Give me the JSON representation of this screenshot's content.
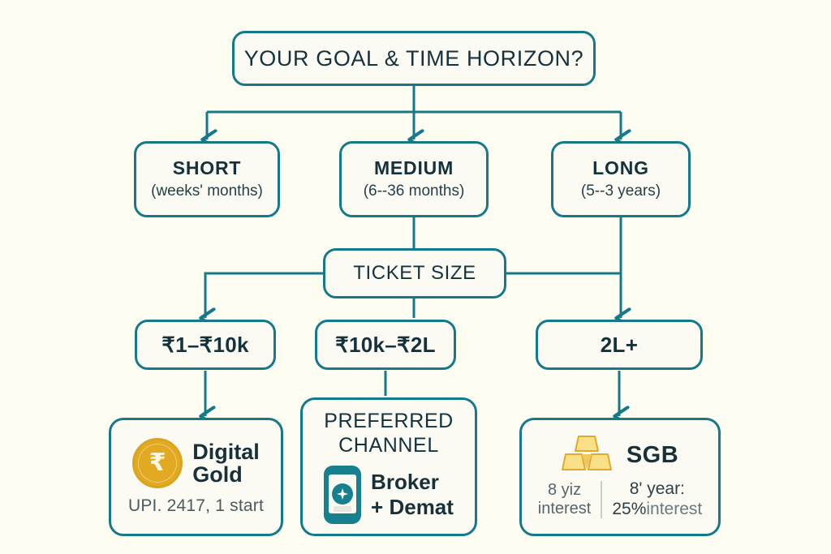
{
  "diagram": {
    "title": "YOUR GOAL & TIME HORIZON?",
    "accent_color": "#15798a",
    "background_color": "#fdfdf2",
    "gold_color": "#e2a922",
    "text_color": "#17303a"
  },
  "root": {
    "label": "YOUR GOAL & TIME HORIZON?"
  },
  "horizons": [
    {
      "name": "SHORT",
      "detail": "(weeks' months)"
    },
    {
      "name": "MEDIUM",
      "detail": "(6--36 months)"
    },
    {
      "name": "LONG",
      "detail": "(5--3  years)"
    }
  ],
  "ticket": {
    "label": "TICKET SIZE"
  },
  "amounts": [
    {
      "label": "₹1–₹10k"
    },
    {
      "label": "₹10k–₹2L"
    },
    {
      "label": "2L+"
    }
  ],
  "cards": {
    "digital_gold": {
      "icon": "gold-coin-icon",
      "glyph": "₹",
      "title_line1": "Digital",
      "title_line2": "Gold",
      "subtitle": "UPI. 2417, 1 start"
    },
    "preferred_channel": {
      "heading_line1": "PREFERRED",
      "heading_line2": "CHANNEL",
      "icon": "mobile-phone-icon",
      "option_line1": "Broker",
      "option_line2": "+ Demat"
    },
    "sgb": {
      "icon": "gold-bars-icon",
      "title": "SGB",
      "left_line1": "8 yiz",
      "left_line2": "interest",
      "right_line1": "8' year:",
      "right_percent": "25%",
      "right_word": "interest"
    }
  }
}
